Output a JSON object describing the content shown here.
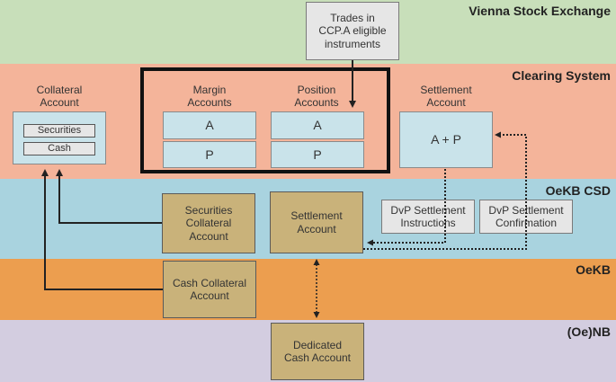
{
  "bands": {
    "vienna": {
      "label": "Vienna Stock Exchange",
      "color": "#c8dfba"
    },
    "clearing": {
      "label": "Clearing System",
      "color": "#f4b49a"
    },
    "csd": {
      "label": "OeKB CSD",
      "color": "#a9d3df"
    },
    "oekb": {
      "label": "OeKB",
      "color": "#ec9e4f"
    },
    "nb": {
      "label": "(Oe)NB",
      "color": "#d3cde0"
    }
  },
  "trades": {
    "line1": "Trades in",
    "line2": "CCP.A eligible",
    "line3": "instruments"
  },
  "collateral": {
    "title_line1": "Collateral",
    "title_line2": "Account",
    "securities": "Securities",
    "cash": "Cash"
  },
  "margin": {
    "line1": "Margin",
    "line2": "Accounts",
    "a": "A",
    "p": "P"
  },
  "position": {
    "line1": "Position",
    "line2": "Accounts",
    "a": "A",
    "p": "P"
  },
  "settlement_clearing": {
    "line1": "Settlement",
    "line2": "Account",
    "value": "A + P"
  },
  "securities_collateral": {
    "line1": "Securities",
    "line2": "Collateral",
    "line3": "Account"
  },
  "settlement_csd": {
    "line1": "Settlement",
    "line2": "Account"
  },
  "dvp_instructions": {
    "line1": "DvP Settlement",
    "line2": "Instructions"
  },
  "dvp_confirmation": {
    "line1": "DvP Settlement",
    "line2": "Confirmation"
  },
  "cash_collateral": {
    "line1": "Cash Collateral",
    "line2": "Account"
  },
  "dedicated_cash": {
    "line1": "Dedicated",
    "line2": "Cash Account"
  }
}
